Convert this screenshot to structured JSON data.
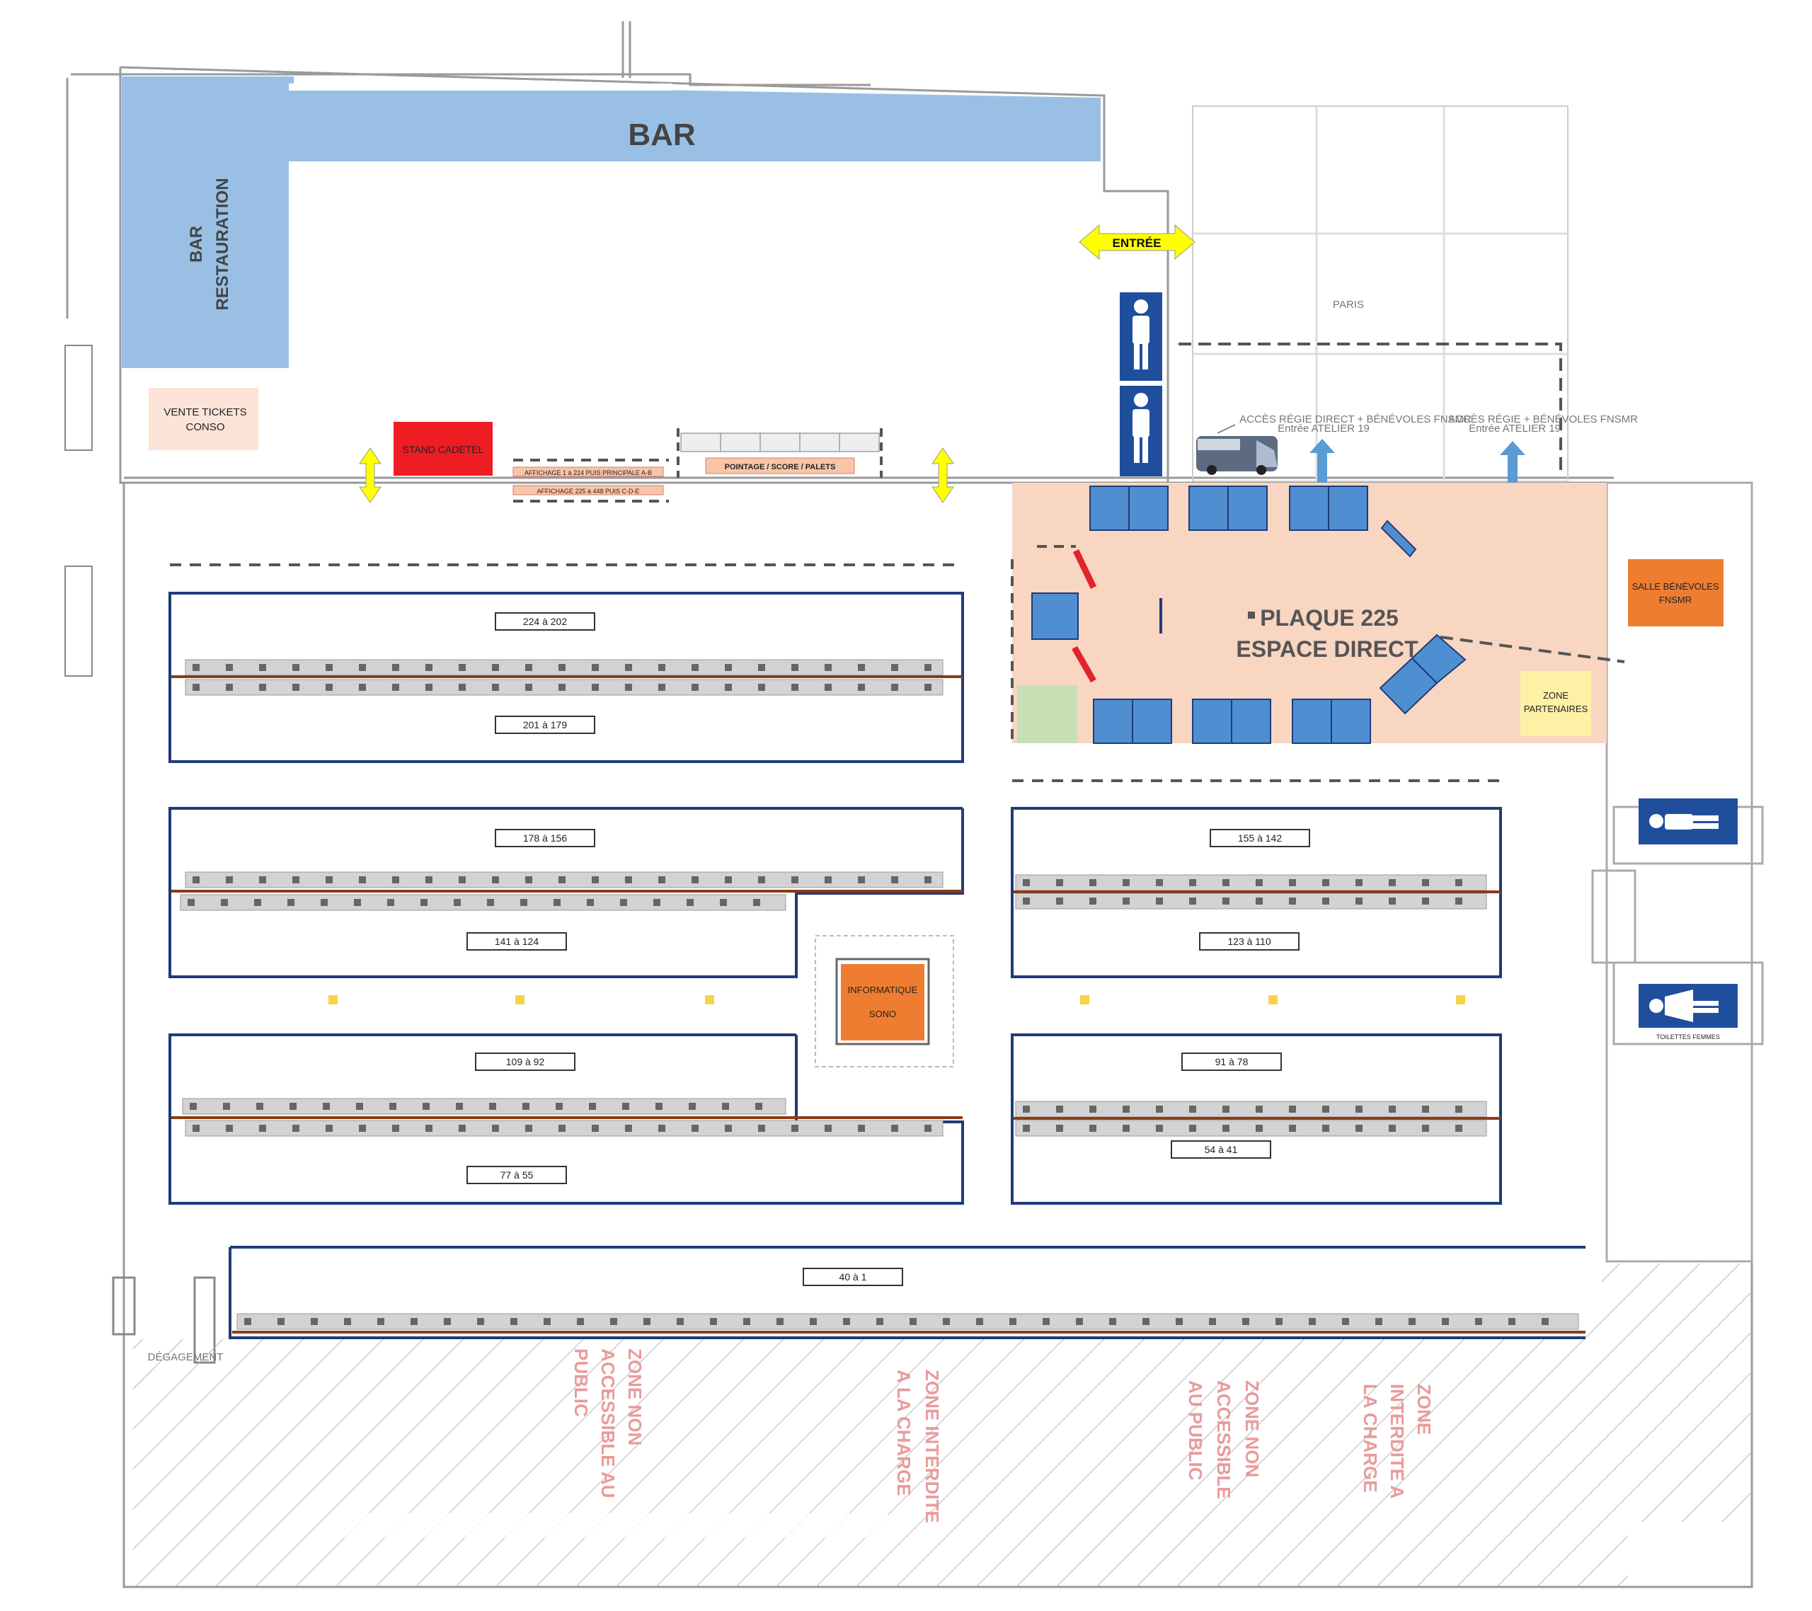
{
  "zones": {
    "bar": "BAR",
    "bar_restauration": "BAR\nRESTAURATION",
    "vente_tickets": "VENTE TICKETS\nCONSO",
    "stand_cadetel": "STAND CADETEL",
    "affichage_1": "AFFICHAGE 1 à 224 PUIS PRINCIPALE A-B",
    "affichage_2": "AFFICHAGE 225 à 448 PUIS C-D-E",
    "pointage": "POINTAGE / SCORE / PALETS",
    "entree": "ENTRÉE",
    "plaque_line1": "PLAQUE 225",
    "plaque_line2": "ESPACE DIRECT",
    "salle_benevoles": "SALLE BÉNÉVOLES\nFNSMR",
    "zone_partenaires": "ZONE\nPARTENAIRES",
    "informatique": "INFORMATIQUE\nSONO",
    "toilettes_femmes": "TOILETTES FEMMES",
    "degagement": "DÉGAGEMENT",
    "acces_regie_1": "ACCÈS RÉGIE DIRECT + BÉNÉVOLES FNSMR",
    "acces_regie_2": "ACCÈS RÉGIE + BÉNÉVOLES FNSMR",
    "entree_atelier": "Entrée ATELIER 19",
    "paris_label": "PARIS"
  },
  "hatched_labels": [
    "ZONE NON\nACCESSIBLE AU\nPUBLIC",
    "ZONE INTERDITE\nA LA CHARGE",
    "ZONE NON\nACCESSIBLE\nAU PUBLIC",
    "ZONE\nINTERDITE A\nLA CHARGE"
  ],
  "lane_labels": {
    "l224_202": "224 à 202",
    "l201_179": "201 à 179",
    "l178_156": "178 à 156",
    "l141_124": "141 à 124",
    "l155_142": "155 à 142",
    "l123_110": "123 à 110",
    "l109_92": "109 à 92",
    "l77_55": "77 à 55",
    "l91_78": "91 à 78",
    "l54_41": "54 à 41",
    "l40_1": "40 à 1"
  },
  "colors": {
    "bar_blue": "#94bde3",
    "stand_red": "#ee1c23",
    "peach": "#f8d6c2",
    "orange": "#ef7d31",
    "yellow_arrow": "#ffff00",
    "lane_border": "#1f3b7a",
    "table_fill": "#4f8fd1",
    "partner_yellow": "#fdf1a6",
    "green": "#c6e0b4",
    "rail_brown": "#8a3c14",
    "hatch_label": "#e99b9b"
  },
  "icons": [
    "toilet-man-icon",
    "toilet-woman-icon",
    "tv-van-icon",
    "double-arrow-icon",
    "yellow-double-arrow-icon",
    "entrance-arrow-icon"
  ]
}
